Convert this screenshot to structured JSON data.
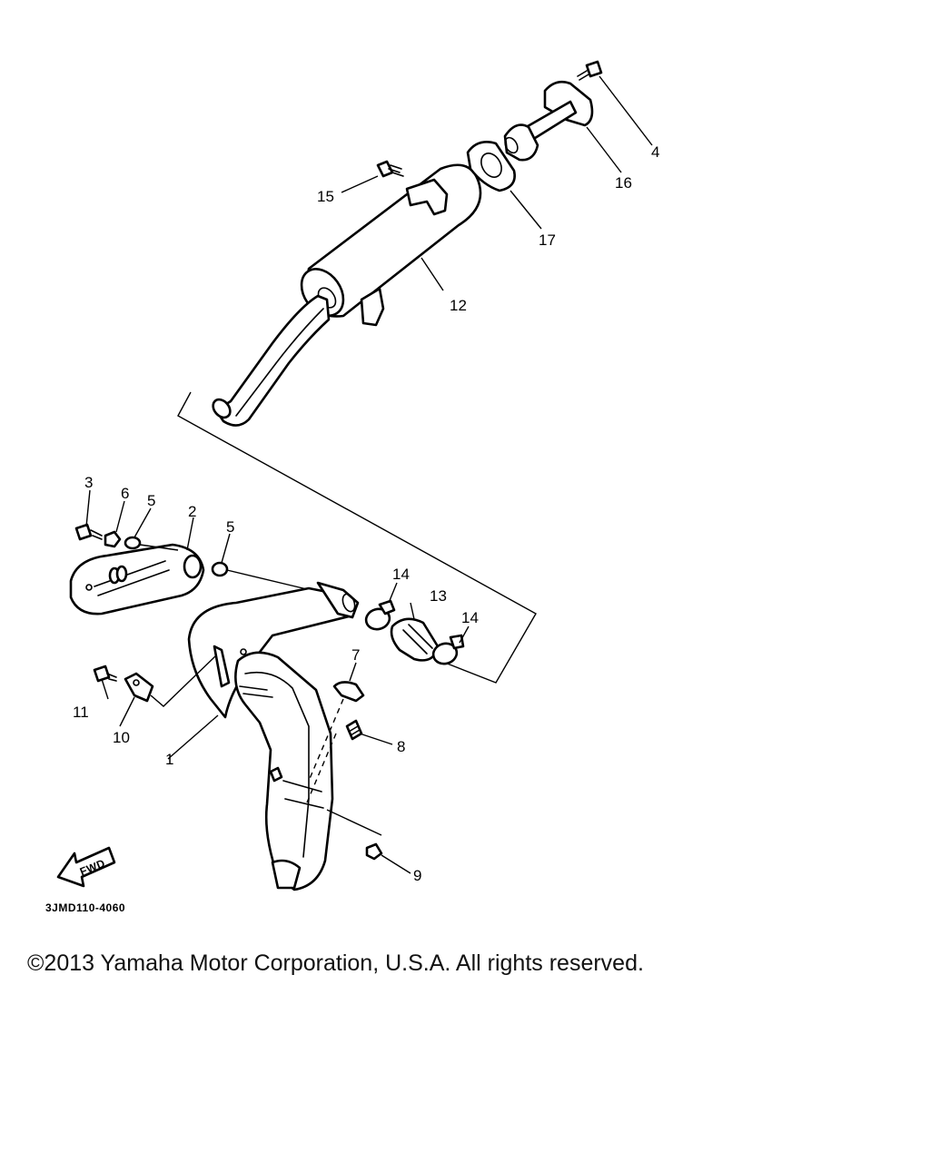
{
  "diagram": {
    "callouts": [
      "1",
      "2",
      "3",
      "4",
      "5",
      "5",
      "6",
      "7",
      "8",
      "9",
      "10",
      "11",
      "12",
      "13",
      "14",
      "14",
      "15",
      "16",
      "17"
    ],
    "fwd_label": "FWD",
    "drawing_code": "3JMD110-4060"
  },
  "footer": {
    "copyright": "©2013 Yamaha Motor Corporation, U.S.A. All rights reserved."
  }
}
